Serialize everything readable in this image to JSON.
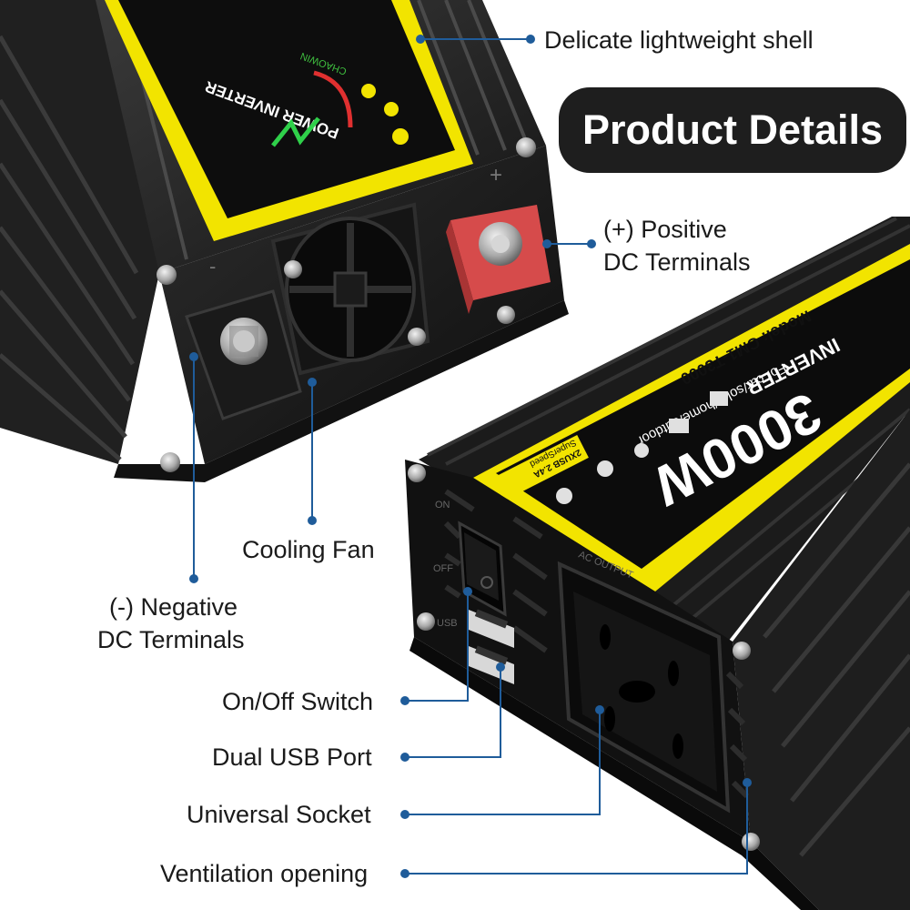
{
  "badge": {
    "title": "Product Details"
  },
  "callouts": {
    "shell": "Delicate lightweight shell",
    "positive_line1": "(+) Positive",
    "positive_line2": "DC Terminals",
    "fan": "Cooling Fan",
    "negative_line1": "(-) Negative",
    "negative_line2": "DC Terminals",
    "switch": "On/Off Switch",
    "usb": "Dual USB Port",
    "socket": "Universal Socket",
    "vent": "Ventilation opening"
  },
  "product_prints": {
    "power": "3000W",
    "model": "Model: CM1-T3000",
    "uses": "For car/solar/home/outdoor",
    "usb_spec": "2XUSB 2.4A",
    "usb_speed": "SuperSpeed",
    "top_brand": "POWER INVERTER",
    "top_chip": "CHAOWIN",
    "front_brand": "INVERTER",
    "output": "AC OUTPUT",
    "on": "ON",
    "off": "OFF",
    "usb": "USB",
    "plus": "+",
    "minus": "-"
  },
  "colors": {
    "accent_yellow": "#f2e400",
    "body_black": "#1c1c1c",
    "leader_blue": "#1f5c9a",
    "terminal_red": "#d64b4b"
  }
}
